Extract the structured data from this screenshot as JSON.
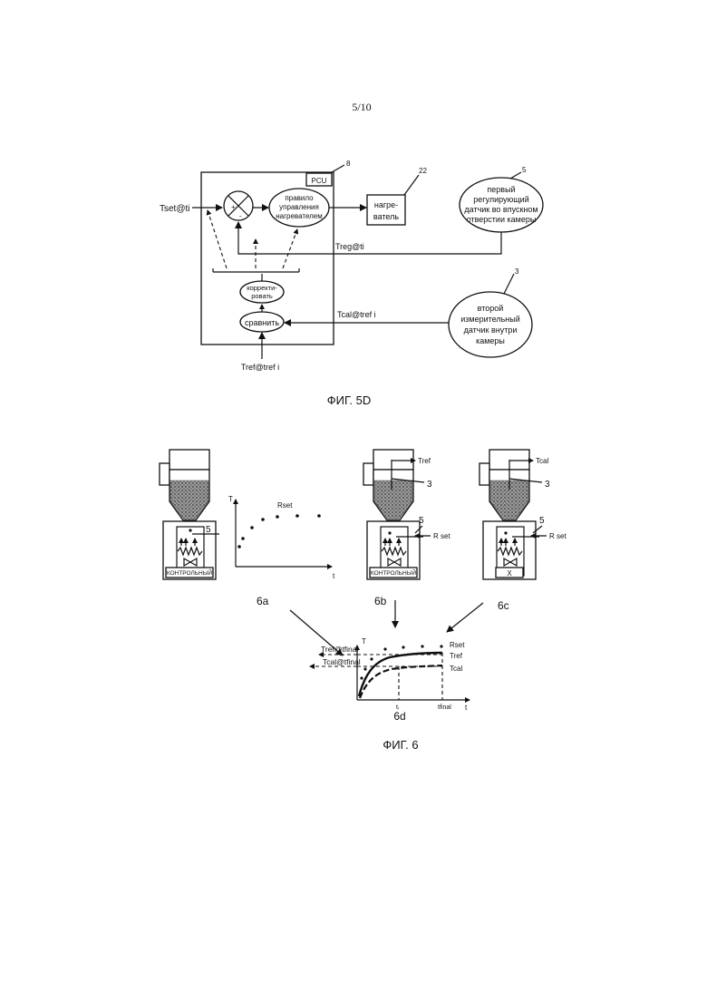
{
  "page_number": "5/10",
  "fig5d": {
    "caption": "ФИГ. 5D",
    "pcu_label": "PCU",
    "ref_pcu": "8",
    "ref_heater": "22",
    "ref_sensor1": "5",
    "ref_sensor2": "3",
    "plus": "+",
    "minus": "-",
    "rule_lines": [
      "правило",
      "управления",
      "нагревателем"
    ],
    "correct_lines": [
      "корректи-",
      "ровать"
    ],
    "compare": "сравнить",
    "heater_lines": [
      "нагре-",
      "ватель"
    ],
    "sensor1_lines": [
      "первый",
      "регулирующий",
      "датчик во впускном",
      "отверстии камеры"
    ],
    "sensor2_lines": [
      "второй",
      "измерительный",
      "датчик внутри",
      "камеры"
    ],
    "tset": "Tset@ti",
    "treg": "Treg@ti",
    "tcal": "Tcal@tref i",
    "tref": "Tref@tref i"
  },
  "fig6": {
    "caption": "ФИГ. 6",
    "label_a": "6a",
    "label_b": "6b",
    "label_c": "6c",
    "label_d": "6d",
    "control_label": "КОНТРОЛЬНЫЙ",
    "x_label": "X",
    "ref5": "5",
    "ref3": "3",
    "rset": "R set",
    "tref_arrow": "Tref",
    "tcal_arrow": "Tcal",
    "plot_a": {
      "y_axis": "T",
      "x_axis": "t",
      "series": "Rset"
    },
    "plot_d": {
      "y_axis": "T",
      "x_axis": "t",
      "x_tick_i": "tᵢ",
      "x_tick_final": "tfinal",
      "tref_at": "Tref@tfinal",
      "tcal_at": "Tcal@tfinal",
      "legend": [
        "Rset",
        "Tref",
        "Tcal"
      ]
    }
  }
}
